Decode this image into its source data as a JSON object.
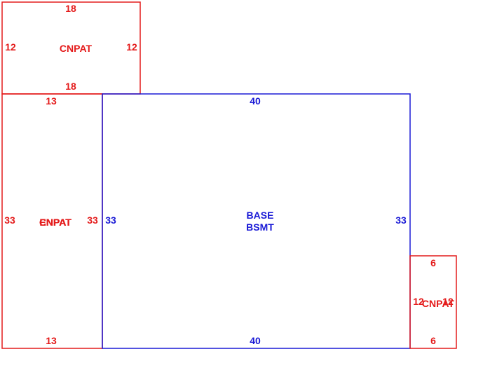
{
  "colors": {
    "carport": "#e41b1b",
    "base": "#1a1ad6",
    "background": "#ffffff"
  },
  "areas": {
    "top_carport": {
      "name": "CNPAT",
      "top": "18",
      "bottom": "18",
      "left": "12",
      "right": "12"
    },
    "left_carport": {
      "name_a": "CNPAT",
      "name_b": "ENPAT",
      "top": "13",
      "bottom": "13",
      "left": "33",
      "right": "33"
    },
    "base": {
      "name_line1": "BASE",
      "name_line2": "BSMT",
      "top": "40",
      "bottom": "40",
      "left": "33",
      "right": "33"
    },
    "right_carport": {
      "name": "CNPAT",
      "top": "6",
      "bottom": "6",
      "left": "12",
      "right": "12"
    }
  }
}
